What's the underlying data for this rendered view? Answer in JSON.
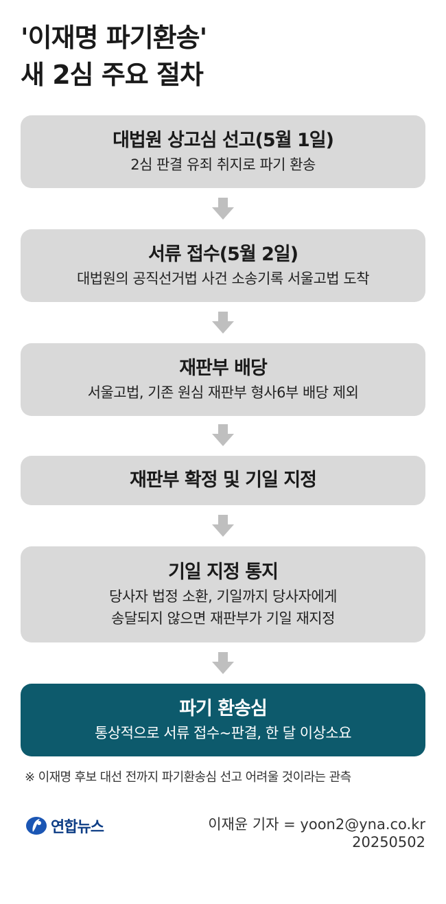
{
  "title": {
    "line1": "'이재명 파기환송'",
    "line2": "새 2심 주요 절차"
  },
  "steps": [
    {
      "head": "대법원 상고심 선고(5월 1일)",
      "sub": [
        "2심 판결 유죄 취지로 파기 환송"
      ]
    },
    {
      "head": "서류 접수(5월 2일)",
      "sub": [
        "대법원의 공직선거법 사건 소송기록 서울고법 도착"
      ]
    },
    {
      "head": "재판부 배당",
      "sub": [
        "서울고법, 기존 원심 재판부 형사6부 배당 제외"
      ]
    },
    {
      "head": "재판부 확정 및 기일 지정",
      "sub": []
    },
    {
      "head": "기일 지정 통지",
      "sub": [
        "당사자 법정 소환, 기일까지 당사자에게",
        "송달되지 않으면 재판부가 기일 재지정"
      ]
    },
    {
      "head": "파기 환송심",
      "sub": [
        "통상적으로 서류 접수~판결, 한 달 이상소요"
      ]
    }
  ],
  "note": "※ 이재명 후보 대선 전까지 파기환송심 선고 어려울 것이라는 관측",
  "logo": {
    "text": "연합뉴스",
    "icon": "yonhap-logo-icon"
  },
  "credit": {
    "reporter": "이재윤 기자 = yoon2@yna.co.kr",
    "date": "20250502"
  },
  "colors": {
    "box": "#d9d9d9",
    "final_box": "#0d5a6c",
    "arrow": "#bfbfbf",
    "logo": "#0d3d85"
  }
}
